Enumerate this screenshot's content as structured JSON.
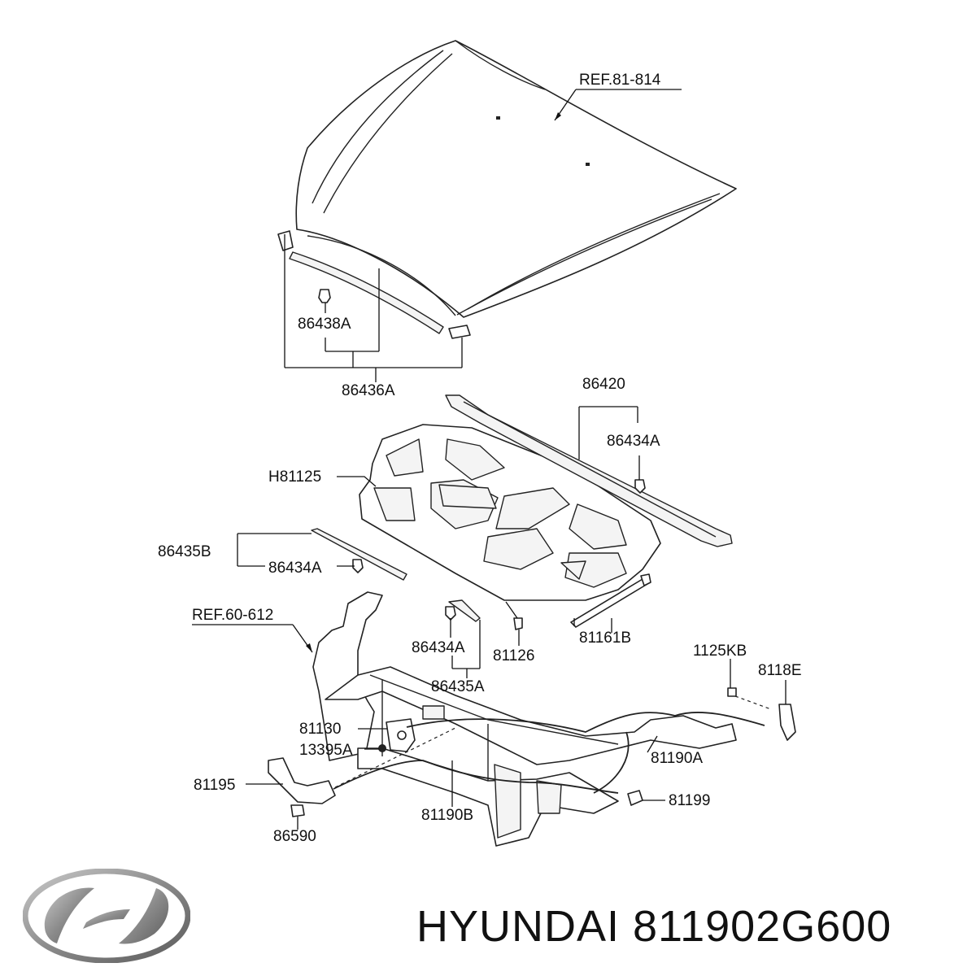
{
  "labels": {
    "ref_81_814": "REF.81-814",
    "p86438A": "86438A",
    "p86436A": "86436A",
    "p86420": "86420",
    "p86434A_top": "86434A",
    "pH81125": "H81125",
    "p86435B": "86435B",
    "p86434A_left": "86434A",
    "ref_60_612": "REF.60-612",
    "p86434A_mid": "86434A",
    "p81126": "81126",
    "p81161B": "81161B",
    "p86435A": "86435A",
    "p1125KB": "1125KB",
    "p8118E": "8118E",
    "p81130": "81130",
    "p13395A": "13395A",
    "p81190A": "81190A",
    "p81195": "81195",
    "p81199": "81199",
    "p81190B": "81190B",
    "p86590": "86590"
  },
  "footer": {
    "brand_part": "HYUNDAI 811902G600"
  },
  "colors": {
    "line": "#222222",
    "background": "#ffffff",
    "logo": "#8a8a8a"
  }
}
